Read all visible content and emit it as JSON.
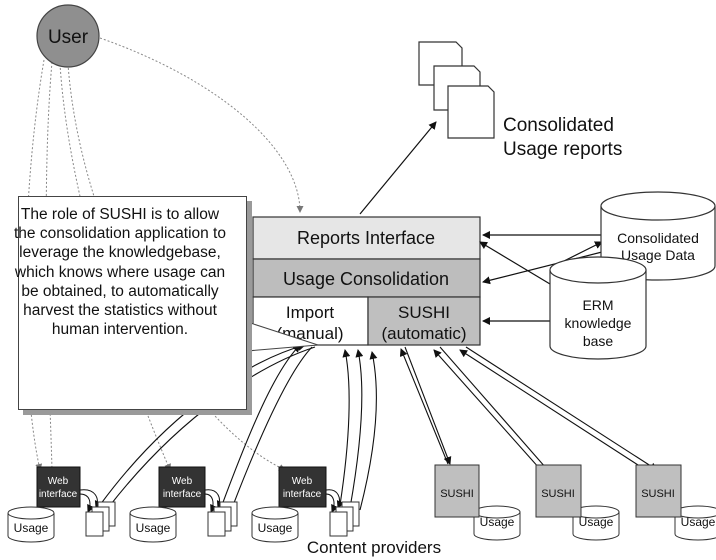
{
  "user": {
    "label": "User"
  },
  "consolidated_reports": {
    "line1": "Consolidated",
    "line2": "Usage reports"
  },
  "system": {
    "reports_interface": "Reports Interface",
    "usage_consolidation": "Usage Consolidation",
    "import_line1": "Import",
    "import_line2": "(manual)",
    "sushi_line1": "SUSHI",
    "sushi_line2": "(automatic)"
  },
  "consolidated_data": {
    "line1": "Consolidated",
    "line2": "Usage Data"
  },
  "erm": {
    "line1": "ERM",
    "line2": "knowledge",
    "line3": "base"
  },
  "callout": {
    "text": "The role of SUSHI is to allow the consolidation application to leverage the knowledgebase, which knows where usage can be obtained, to automatically harvest the statistics without human intervention."
  },
  "providers_manual": [
    {
      "web_line1": "Web",
      "web_line2": "interface",
      "usage": "Usage"
    },
    {
      "web_line1": "Web",
      "web_line2": "interface",
      "usage": "Usage"
    },
    {
      "web_line1": "Web",
      "web_line2": "interface",
      "usage": "Usage"
    }
  ],
  "providers_sushi": [
    {
      "sushi": "SUSHI",
      "usage": "Usage"
    },
    {
      "sushi": "SUSHI",
      "usage": "Usage"
    },
    {
      "sushi": "SUSHI",
      "usage": "Usage"
    }
  ],
  "content_providers_label": "Content providers",
  "colors": {
    "user_fill": "#8f8f8f",
    "reports_fill": "#e6e6e6",
    "consolidation_fill": "#bdbdbd",
    "sushi_cell_fill": "#bfbfbf",
    "web_interface_fill": "#333333",
    "sushi_box_fill": "#bfbfbf",
    "cylinder_fill": "#ffffff"
  }
}
